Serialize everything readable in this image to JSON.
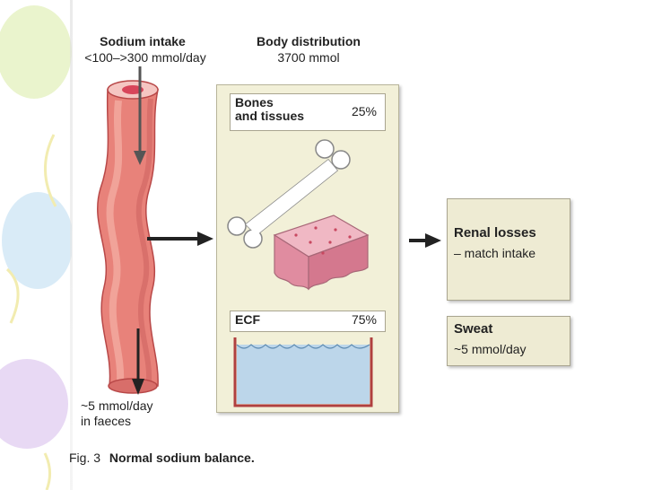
{
  "intake": {
    "title": "Sodium intake",
    "range": "<100–>300 mmol/day"
  },
  "distribution": {
    "title": "Body distribution",
    "total": "3700 mmol"
  },
  "bones": {
    "label_line1": "Bones",
    "label_line2": "and tissues",
    "percent": "25%"
  },
  "ecf": {
    "label": "ECF",
    "percent": "75%"
  },
  "renal": {
    "title": "Renal losses",
    "subtitle": "– match intake"
  },
  "sweat": {
    "title": "Sweat",
    "subtitle": "~5 mmol/day"
  },
  "faeces": {
    "line1": "~5 mmol/day",
    "line2": "in faeces"
  },
  "caption": {
    "figure": "Fig. 3",
    "title": "Normal sodium balance."
  },
  "colors": {
    "gut": "#e8827a",
    "gut_dark": "#b84848",
    "panel": "#f2f0d8",
    "water": "#bcd6ea",
    "tissue": "#f0b8c4",
    "balloon_green": "#e6f2c4",
    "balloon_blue": "#d2e8f6",
    "balloon_purple": "#e4d2f2"
  },
  "icons": [
    "intestine-tube",
    "bone-icon",
    "tissue-block-icon",
    "water-container-icon",
    "arrow-icon"
  ]
}
